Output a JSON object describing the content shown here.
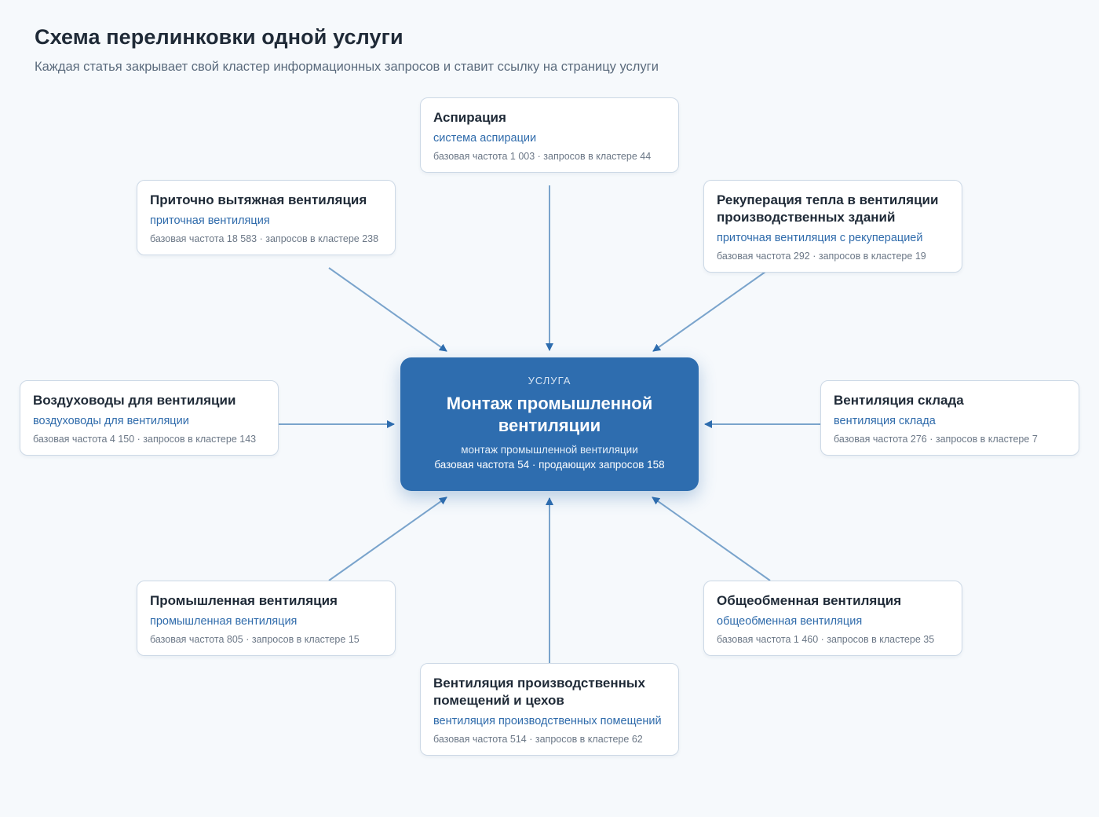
{
  "header": {
    "title": "Схема перелинковки одной услуги",
    "subtitle": "Каждая статья закрывает свой кластер информационных запросов и ставит ссылку на страницу услуги"
  },
  "colors": {
    "background": "#f6f9fc",
    "service_fill": "#2e6daf",
    "link_text": "#2f6bab",
    "edge": "#7aa4cc",
    "arrow_head": "#2e6daf",
    "card_border": "#cdd9e6"
  },
  "service": {
    "label": "УСЛУГА",
    "title": "Монтаж промышленной вентиляции",
    "query": "монтаж промышленной вентиляции",
    "meta": "базовая частота 54 · продающих запросов 158"
  },
  "articles": [
    {
      "id": "aspiration",
      "title": "Аспирация",
      "query": "система аспирации",
      "meta": "базовая частота 1 003 · запросов в кластере 44"
    },
    {
      "id": "supply-exhaust",
      "title": "Приточно вытяжная вентиляция",
      "query": "приточная вентиляция",
      "meta": "базовая частота 18 583 · запросов в кластере 238"
    },
    {
      "id": "heat-recovery",
      "title": "Рекуперация тепла в вентиляции производственных зданий",
      "query": "приточная вентиляция с рекуперацией",
      "meta": "базовая частота 292 · запросов в кластере 19"
    },
    {
      "id": "ducts",
      "title": "Воздуховоды для вентиляции",
      "query": "воздуховоды для вентиляции",
      "meta": "базовая частота 4 150 · запросов в кластере 143"
    },
    {
      "id": "warehouse",
      "title": "Вентиляция склада",
      "query": "вентиляция склада",
      "meta": "базовая частота 276 · запросов в кластере 7"
    },
    {
      "id": "industrial",
      "title": "Промышленная вентиляция",
      "query": "промышленная вентиляция",
      "meta": "базовая частота 805 · запросов в кластере 15"
    },
    {
      "id": "general-exchange",
      "title": "Общеобменная вентиляция",
      "query": "общеобменная вентиляция",
      "meta": "базовая частота 1 460 · запросов в кластере 35"
    },
    {
      "id": "workshops",
      "title": "Вентиляция производственных помещений и цехов",
      "query": "вентиляция производственных помещений",
      "meta": "базовая частота 514 · запросов в кластере 62"
    }
  ]
}
